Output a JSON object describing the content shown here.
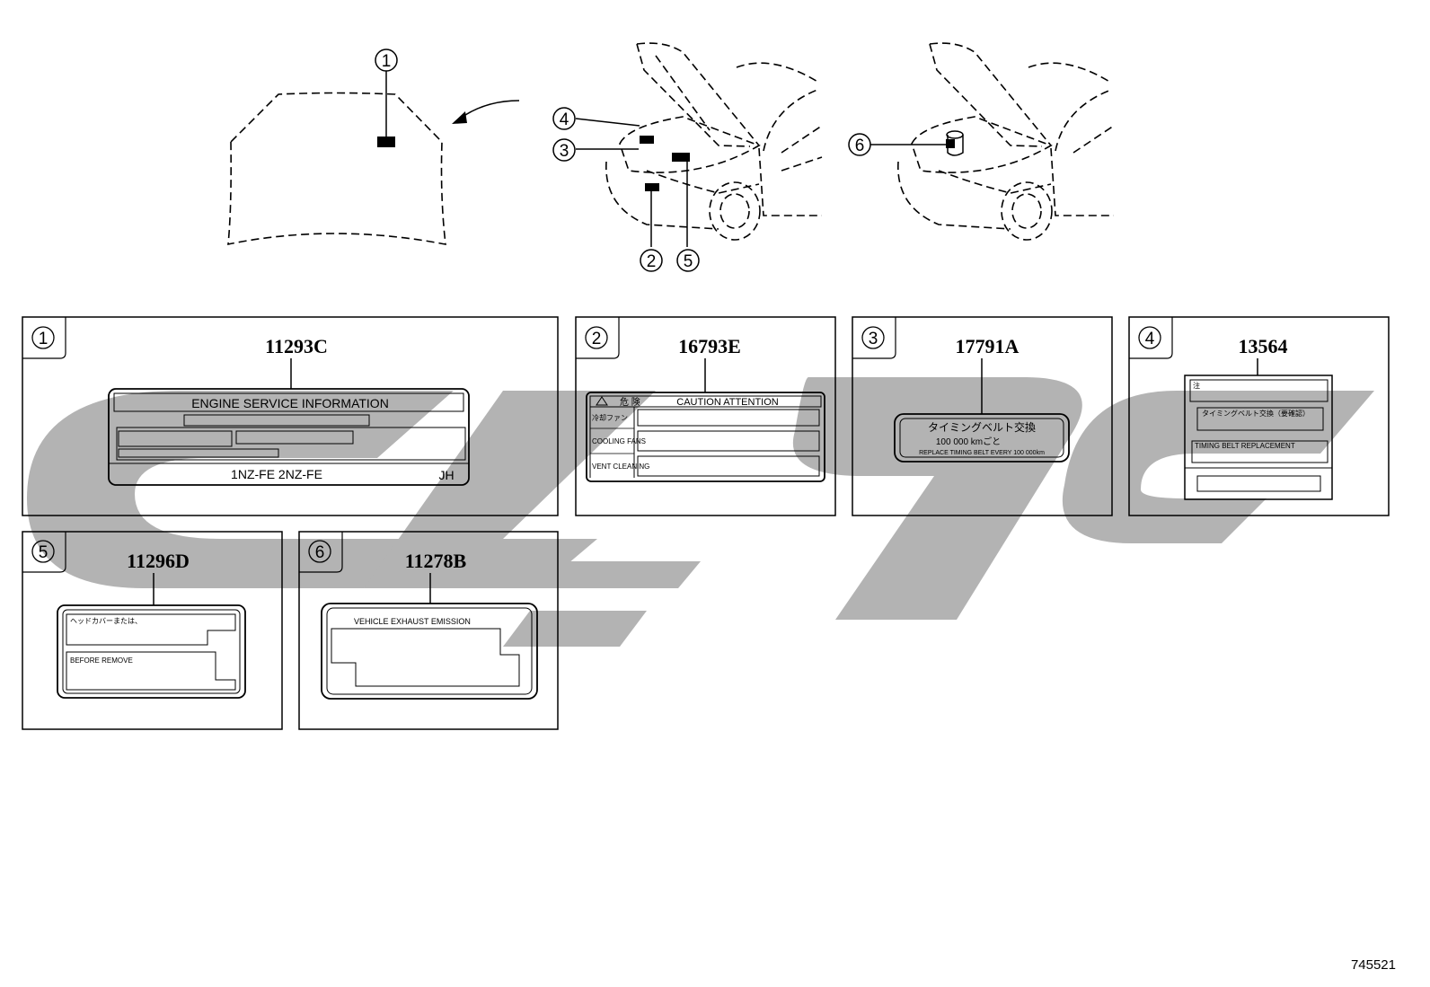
{
  "callouts": [
    "1",
    "2",
    "3",
    "4",
    "5",
    "6"
  ],
  "labels": [
    {
      "callout": "1",
      "part_number": "11293C",
      "title": "ENGINE   SERVICE   INFORMATION",
      "footer_left": "1NZ-FE   2NZ-FE",
      "footer_right": "JH"
    },
    {
      "callout": "2",
      "part_number": "16793E",
      "header": "CAUTION     ATTENTION",
      "header_jp": "危 険",
      "rows": [
        "冷却ファン",
        "COOLING FANS",
        "VENT CLEANING"
      ]
    },
    {
      "callout": "3",
      "part_number": "17791A",
      "line1": "タイミングベルト交換",
      "line2": "100 000  kmごと",
      "line3": "REPLACE TIMING BELT EVERY 100 000km"
    },
    {
      "callout": "4",
      "part_number": "13564",
      "row1": "注",
      "row2": "タイミングベルト交換（要確認）",
      "row3": "TIMING BELT REPLACEMENT"
    },
    {
      "callout": "5",
      "part_number": "11296D",
      "line1": "ヘッドカバーまたは、",
      "line2": "BEFORE REMOVE"
    },
    {
      "callout": "6",
      "part_number": "11278B",
      "title": "VEHICLE  EXHAUST  EMISSION"
    }
  ],
  "diagram_id": "745521"
}
